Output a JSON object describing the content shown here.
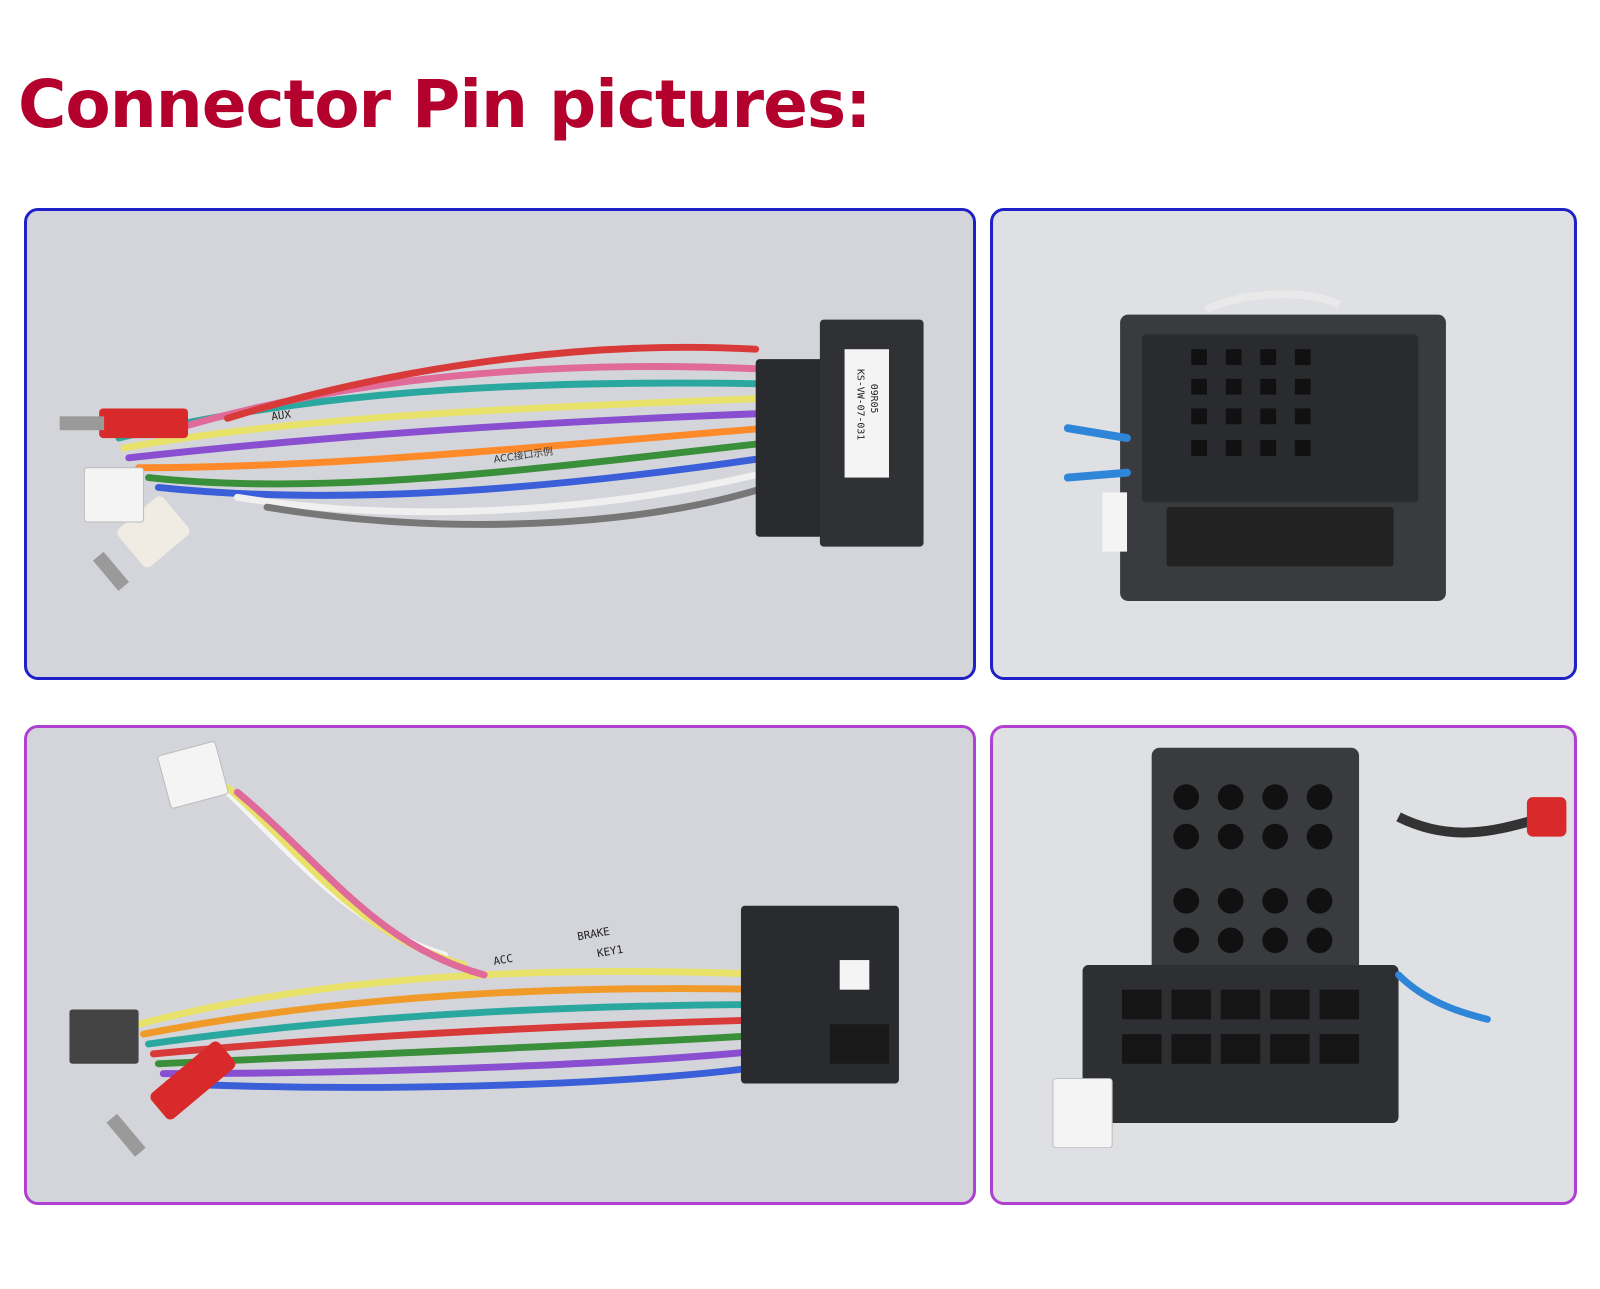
{
  "page": {
    "title": "Connector Pin pictures:",
    "title_color": "#b3002d"
  },
  "panels": [
    {
      "name": "harness-top",
      "border_color": "#2020c8",
      "labels": [
        "AUX",
        "KS-VW-07-031",
        "09R05",
        "ACC接口示例"
      ]
    },
    {
      "name": "connector-top-closeup",
      "border_color": "#2020c8"
    },
    {
      "name": "harness-bottom",
      "border_color": "#b040d0",
      "labels": [
        "BRAKE",
        "KEY1",
        "ACC"
      ]
    },
    {
      "name": "connector-bottom-closeup",
      "border_color": "#b040d0"
    }
  ]
}
